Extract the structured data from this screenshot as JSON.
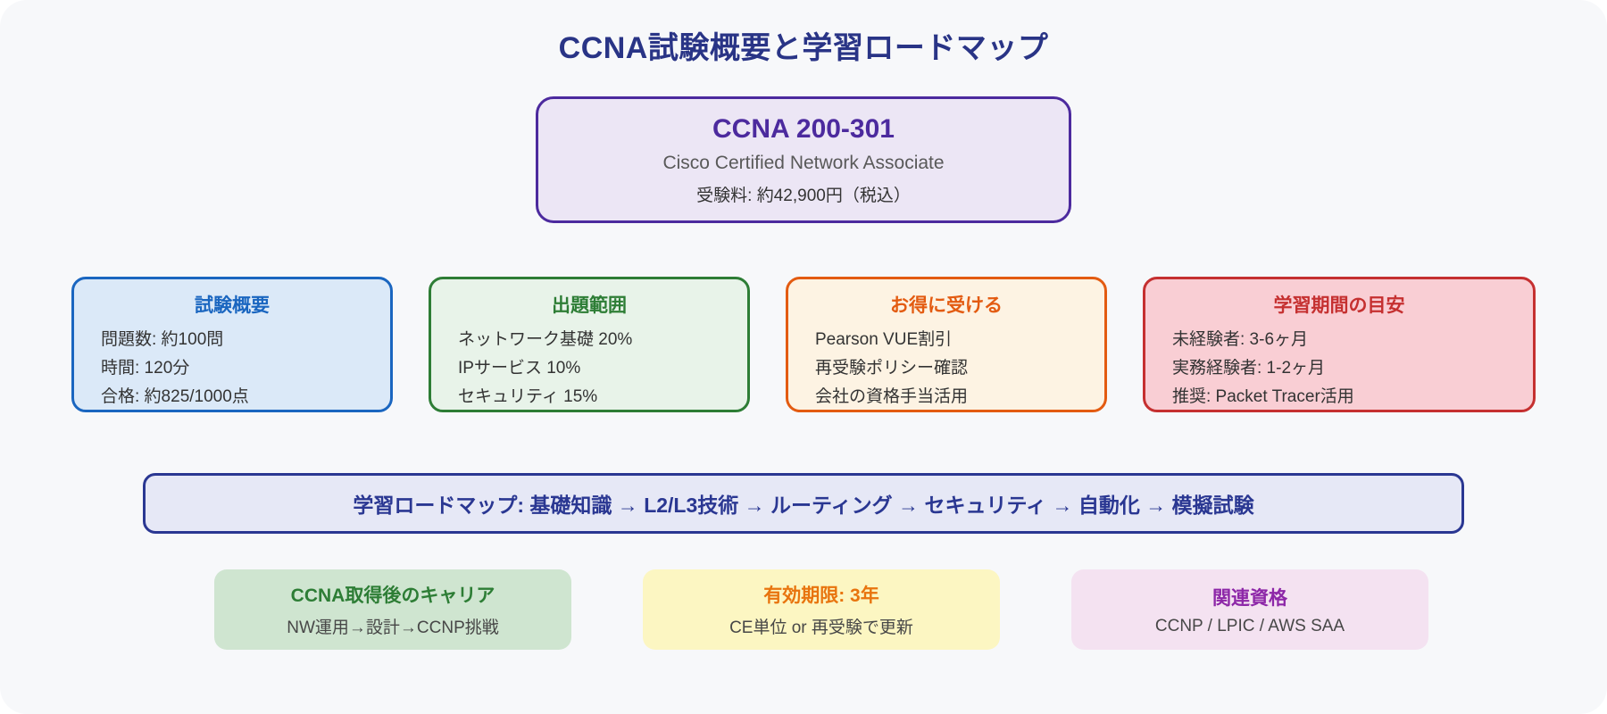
{
  "title": "CCNA試験概要と学習ロードマップ",
  "main_box": {
    "title": "CCNA 200-301",
    "subtitle": "Cisco Certified Network Associate",
    "fee": "受験料: 約42,900円（税込）"
  },
  "info_boxes": [
    {
      "title": "試験概要",
      "accent_color": "#1a66c0",
      "lines": [
        "問題数: 約100問",
        "時間: 120分",
        "合格: 約825/1000点"
      ]
    },
    {
      "title": "出題範囲",
      "accent_color": "#2d7d35",
      "lines": [
        "ネットワーク基礎 20%",
        "IPサービス 10%",
        "セキュリティ 15%"
      ]
    },
    {
      "title": "お得に受ける",
      "accent_color": "#e35b11",
      "lines": [
        "Pearson VUE割引",
        "再受験ポリシー確認",
        "会社の資格手当活用"
      ]
    },
    {
      "title": "学習期間の目安",
      "accent_color": "#c53030",
      "lines": [
        "未経験者: 3-6ヶ月",
        "実務経験者: 1-2ヶ月",
        "推奨: Packet Tracer活用"
      ]
    }
  ],
  "roadmap_banner": {
    "text": "学習ロードマップ: 基礎知識 → L2/L3技術 → ルーティング → セキュリティ → 自動化 → 模擬試験",
    "accent_color": "#2a3792"
  },
  "bottom_boxes": [
    {
      "title": "CCNA取得後のキャリア",
      "accent_color": "#2d7d35",
      "line": "NW運用→設計→CCNP挑戦"
    },
    {
      "title": "有効期限: 3年",
      "accent_color": "#e8740e",
      "line": "CE単位 or 再受験で更新"
    },
    {
      "title": "関連資格",
      "accent_color": "#8d27a8",
      "line": "CCNP / LPIC / AWS SAA"
    }
  ]
}
